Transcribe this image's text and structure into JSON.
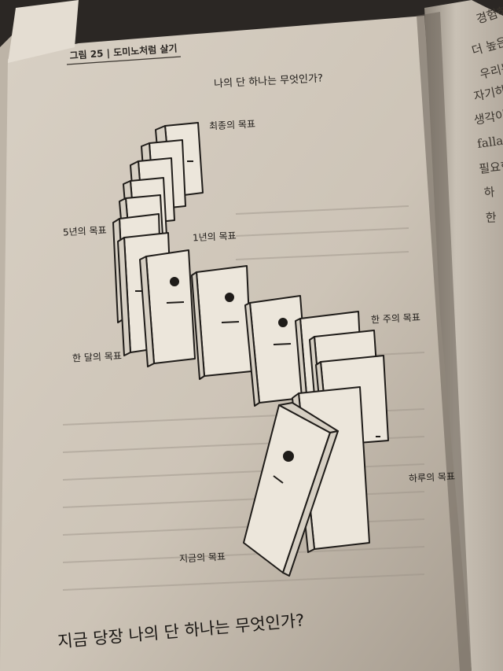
{
  "caption": "그림 25 | 도미노처럼 살기",
  "top_question": "나의 단 하나는 무엇인가?",
  "labels": {
    "final": "최종의 목표",
    "five_year": "5년의 목표",
    "one_year": "1년의 목표",
    "one_month": "한 달의 목표",
    "one_week": "한 주의 목표",
    "one_day": "하루의 목표",
    "now": "지금의 목표"
  },
  "bottom_question": "지금 당장 나의 단 하나는 무엇인가?",
  "right_page_text": [
    "경험하면",
    "더 높은 성",
    "우리는 ",
    "자기하는",
    "생각이 ",
    "fallacy",
    "필요한",
    "하",
    "한"
  ]
}
